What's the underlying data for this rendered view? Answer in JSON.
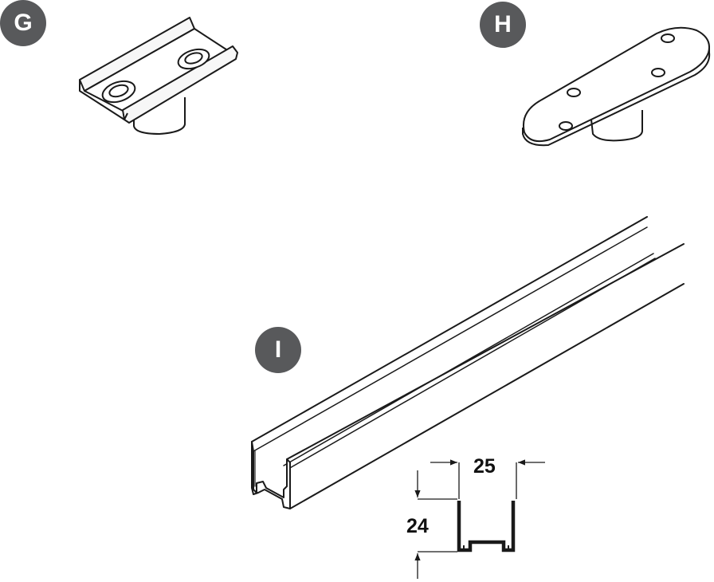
{
  "colors": {
    "badge": "#58595b",
    "line": "#1a1a1a",
    "fill": "#ffffff",
    "light_fill": "#f2f2f2"
  },
  "parts": [
    {
      "id": "g",
      "label": "G",
      "depicts": "u-channel-guide-with-two-screw-holes-and-round-pin"
    },
    {
      "id": "h",
      "label": "H",
      "depicts": "oval-plate-guide-with-four-holes-and-round-pin"
    },
    {
      "id": "i",
      "label": "I",
      "depicts": "u-profile-guide-rail"
    }
  ],
  "profile_dimensions": {
    "width": "25",
    "height": "24"
  }
}
